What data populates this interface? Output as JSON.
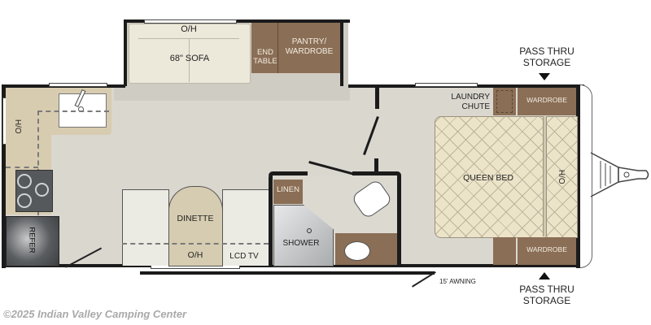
{
  "floorplan": {
    "slideout": {
      "overhead_label": "O/H",
      "sofa_label": "68\" SOFA",
      "end_table_label": "END\nTABLE",
      "pantry_label": "PANTRY/\nWARDROBE"
    },
    "kitchen": {
      "overhead_label": "H/O",
      "refer_label": "REFER"
    },
    "dinette": {
      "dinette_label": "DINETTE",
      "overhead_label": "O/H",
      "tv_label": "LCD TV"
    },
    "bath": {
      "linen_label": "LINEN",
      "shower_label": "SHOWER"
    },
    "bedroom": {
      "laundry_label": "LAUNDRY\nCHUTE",
      "wardrobe_top_label": "WARDROBE",
      "wardrobe_bottom_label": "WARDROBE",
      "bed_label": "QUEEN BED",
      "overhead_label": "H/O"
    },
    "exterior": {
      "pass_thru_top": "PASS THRU\nSTORAGE",
      "pass_thru_bottom": "PASS THRU\nSTORAGE",
      "awning_label": "15' AWNING"
    }
  },
  "footer": {
    "copyright": "©2025 Indian Valley Camping Center"
  },
  "colors": {
    "floor": "#dad7cf",
    "cabinet_brown": "#8a6e55",
    "counter_tan": "#d8ccb0",
    "wall": "#1b1b1b"
  }
}
